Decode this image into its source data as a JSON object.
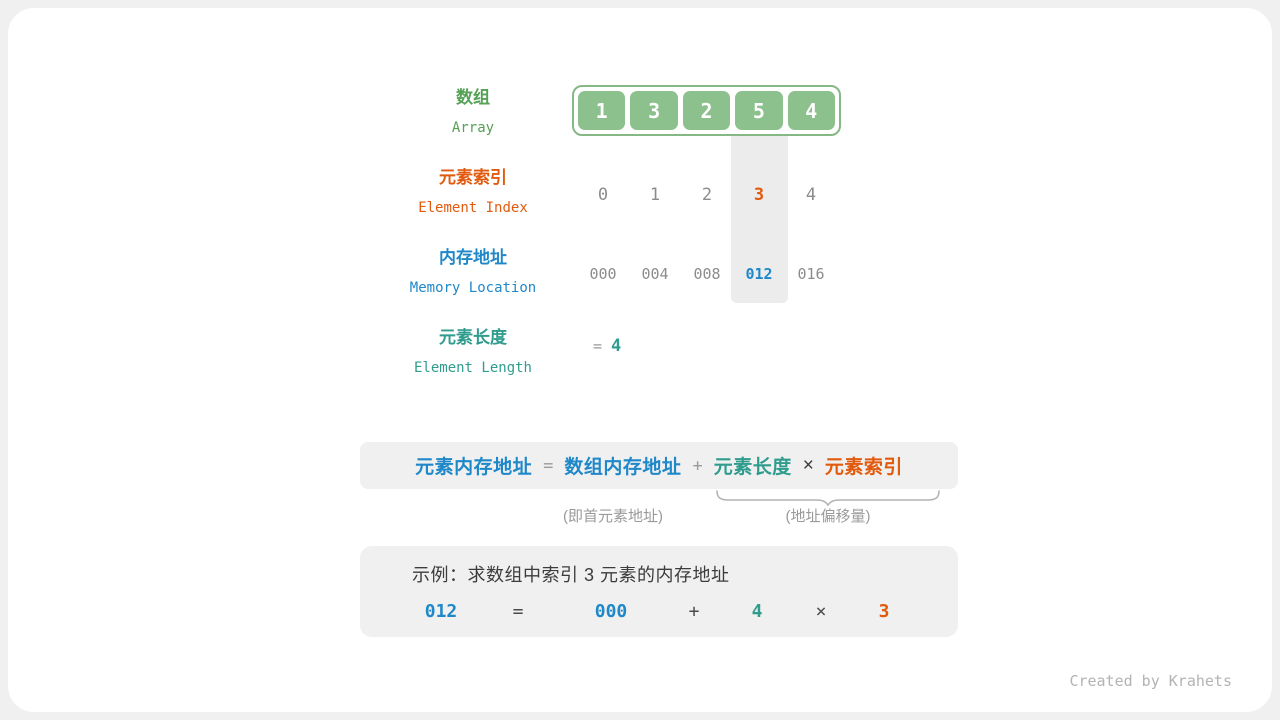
{
  "colors": {
    "green": "#55a155",
    "cell_green": "#8cc08c",
    "orange": "#e25a0d",
    "blue": "#1f88c9",
    "teal": "#2f9c8e",
    "gray": "#8c8c8c",
    "box_bg": "#f0f0f0"
  },
  "table": {
    "rows": [
      {
        "zh": "数组",
        "en": "Array"
      },
      {
        "zh": "元素索引",
        "en": "Element Index"
      },
      {
        "zh": "内存地址",
        "en": "Memory Location"
      },
      {
        "zh": "元素长度",
        "en": "Element Length"
      }
    ],
    "array_values": [
      "1",
      "3",
      "2",
      "5",
      "4"
    ],
    "indices": [
      "0",
      "1",
      "2",
      "3",
      "4"
    ],
    "addresses": [
      "000",
      "004",
      "008",
      "012",
      "016"
    ],
    "highlight_column": 3,
    "element_length": {
      "eq": "=",
      "value": "4"
    }
  },
  "formula": {
    "tokens": {
      "lhs": "元素内存地址",
      "eq": "=",
      "base": "数组内存地址",
      "plus": "+",
      "length": "元素长度",
      "times": "×",
      "index": "元素索引"
    },
    "note_base": "(即首元素地址)",
    "note_offset": "(地址偏移量)"
  },
  "example": {
    "title": "示例：求数组中索引 3 元素的内存地址",
    "result": "012",
    "eq": "=",
    "base": "000",
    "plus": "+",
    "length": "4",
    "times": "×",
    "index": "3"
  },
  "footer": {
    "credit": "Created by Krahets"
  }
}
